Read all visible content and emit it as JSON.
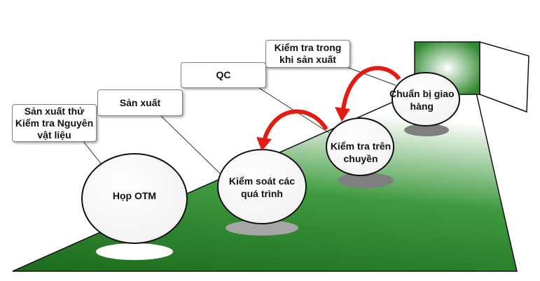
{
  "labels": {
    "l1": "Sản xuất thử\nKiểm tra Nguyên\nvật liệu",
    "l2": "Sản xuất",
    "l3": "QC",
    "l4": "Kiểm tra trong\nkhi sản xuất"
  },
  "nodes": {
    "n1": "Họp OTM",
    "n2": "Kiểm soát các\nquá trình",
    "n3": "Kiểm tra trên\nchuyền",
    "n4": "Chuẩn bị giao\nhàng"
  },
  "colors": {
    "platform_dark": "#1d6b1d",
    "platform_light": "#ffffff",
    "arrow": "#e31b12",
    "door": "#2f8a2f"
  }
}
